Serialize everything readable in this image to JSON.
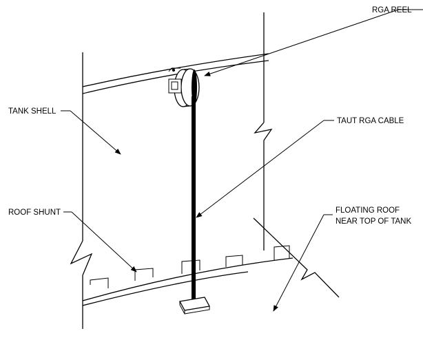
{
  "labels": {
    "rga_reel": "RGA REEL",
    "tank_shell": "TANK SHELL",
    "taut_rga_cable": "TAUT RGA CABLE",
    "roof_shunt": "ROOF SHUNT",
    "floating_roof_line1": "FLOATING ROOF",
    "floating_roof_line2": "NEAR TOP OF TANK"
  }
}
